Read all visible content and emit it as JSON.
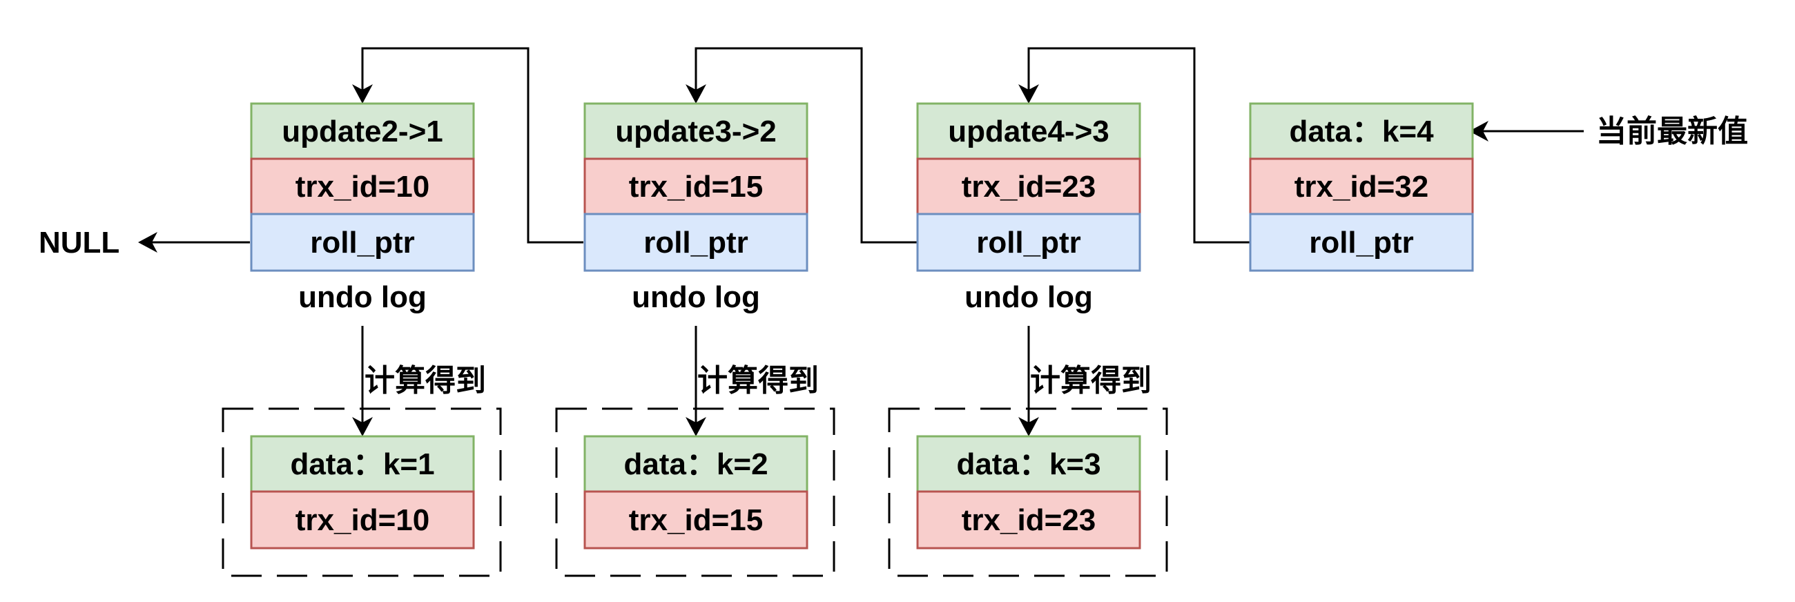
{
  "colors": {
    "green_fill": "#d5e8d4",
    "green_stroke": "#82b366",
    "red_fill": "#f8cecc",
    "red_stroke": "#b85450",
    "blue_fill": "#dae8fc",
    "blue_stroke": "#6c8ebf",
    "line": "#000000"
  },
  "null_label": "NULL",
  "current_label": "当前最新值",
  "undo_caption": "undo log",
  "compute_label": "计算得到",
  "records": [
    {
      "top": "update2->1",
      "trx": "trx_id=10",
      "ptr": "roll_ptr",
      "caption": "undo log",
      "derived": {
        "data": "data：k=1",
        "trx": "trx_id=10"
      },
      "compute": "计算得到"
    },
    {
      "top": "update3->2",
      "trx": "trx_id=15",
      "ptr": "roll_ptr",
      "caption": "undo log",
      "derived": {
        "data": "data：k=2",
        "trx": "trx_id=15"
      },
      "compute": "计算得到"
    },
    {
      "top": "update4->3",
      "trx": "trx_id=23",
      "ptr": "roll_ptr",
      "caption": "undo log",
      "derived": {
        "data": "data：k=3",
        "trx": "trx_id=23"
      },
      "compute": "计算得到"
    },
    {
      "top": "data：k=4",
      "trx": "trx_id=32",
      "ptr": "roll_ptr"
    }
  ]
}
